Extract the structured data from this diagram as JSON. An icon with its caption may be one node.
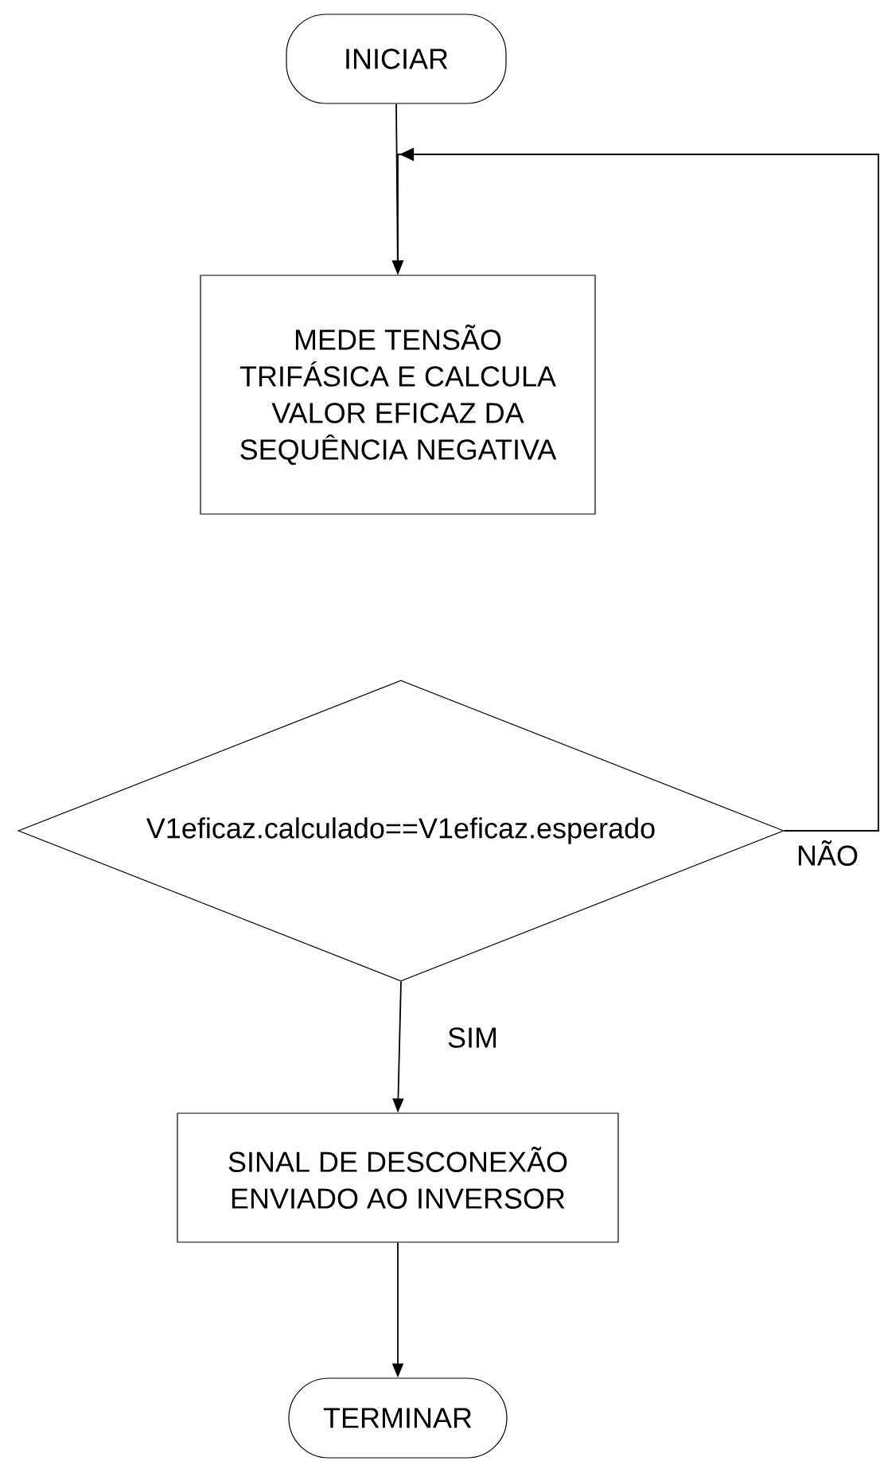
{
  "diagram": {
    "nodes": [
      {
        "text": [
          "INICIAR"
        ]
      },
      {
        "text": [
          "MEDE TENSÃO TRIFÁSICA E CALCULA VALOR EFICAZ DA SEQUÊNCIA NEGATIVA"
        ]
      },
      {
        "text": [
          "V1eficaz.calculado==V1eficaz.esperado"
        ]
      },
      {
        "text": [
          "SINAL DE DESCONEXÃO ENVIADO AO INVERSOR"
        ]
      },
      {
        "text": [
          "TERMINAR"
        ]
      }
    ],
    "edges": [
      {
        "from": 0,
        "to": 1,
        "arrow": "to"
      },
      {
        "from": 2,
        "to": 1,
        "arrow": "to",
        "label": "NÃO"
      },
      {
        "from": 2,
        "to": 3,
        "arrow": "to",
        "label": "SIM"
      },
      {
        "from": 3,
        "to": 4,
        "arrow": "to"
      }
    ]
  }
}
